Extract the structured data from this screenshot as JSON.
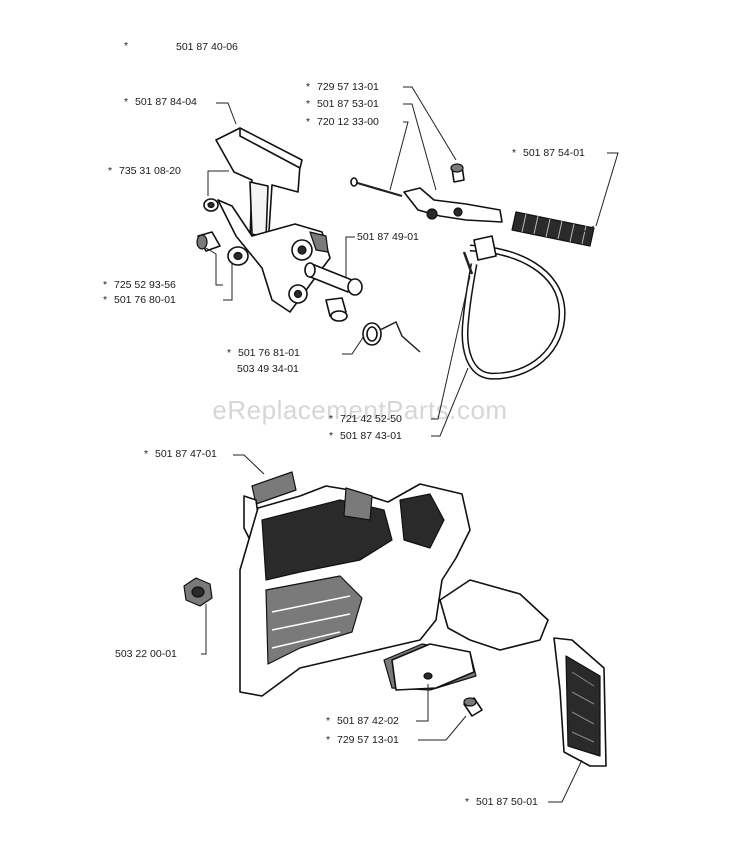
{
  "watermark": "eReplacementParts.com",
  "callouts": [
    {
      "star": "*",
      "part": "501 87 40-06"
    },
    {
      "star": "*",
      "part": "501 87 84-04"
    },
    {
      "star": "*",
      "part": "735 31 08-20"
    },
    {
      "star": "*",
      "part": "725 52 93-56"
    },
    {
      "star": "*",
      "part": "501 76 80-01"
    },
    {
      "star": "",
      "part": "501 87 49-01"
    },
    {
      "star": "*",
      "part": "501 76 81-01"
    },
    {
      "star": "",
      "part": "503 49 34-01"
    },
    {
      "star": "*",
      "part": "729 57 13-01"
    },
    {
      "star": "*",
      "part": "501 87 53-01"
    },
    {
      "star": "*",
      "part": "720 12 33-00"
    },
    {
      "star": "*",
      "part": "501 87 54-01"
    },
    {
      "star": "*",
      "part": "721 42 52-50"
    },
    {
      "star": "*",
      "part": "501 87 43-01"
    },
    {
      "star": "*",
      "part": "501 87 47-01"
    },
    {
      "star": "",
      "part": "503 22 00-01"
    },
    {
      "star": "*",
      "part": "501 87 42-02"
    },
    {
      "star": "*",
      "part": "729 57 13-01"
    },
    {
      "star": "*",
      "part": "501 87 50-01"
    }
  ]
}
